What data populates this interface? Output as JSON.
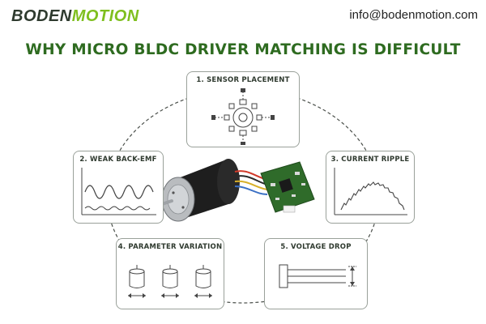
{
  "header": {
    "brand_part1": "BODEN",
    "brand_part2": "MOTION",
    "email": "info@bodenmotion.com"
  },
  "title": "WHY MICRO BLDC DRIVER MATCHING IS DIFFICULT",
  "cards": [
    {
      "label": "1. SENSOR PLACEMENT"
    },
    {
      "label": "2. WEAK BACK-EMF"
    },
    {
      "label": "3. CURRENT RIPPLE"
    },
    {
      "label": "4. PARAMETER VARIATION"
    },
    {
      "label": "5. VOLTAGE DROP"
    }
  ],
  "colors": {
    "title": "#2e6b20",
    "brand_accent": "#7fbf1f",
    "pcb": "#2f6b2a",
    "motor": "#1e1e1e"
  }
}
